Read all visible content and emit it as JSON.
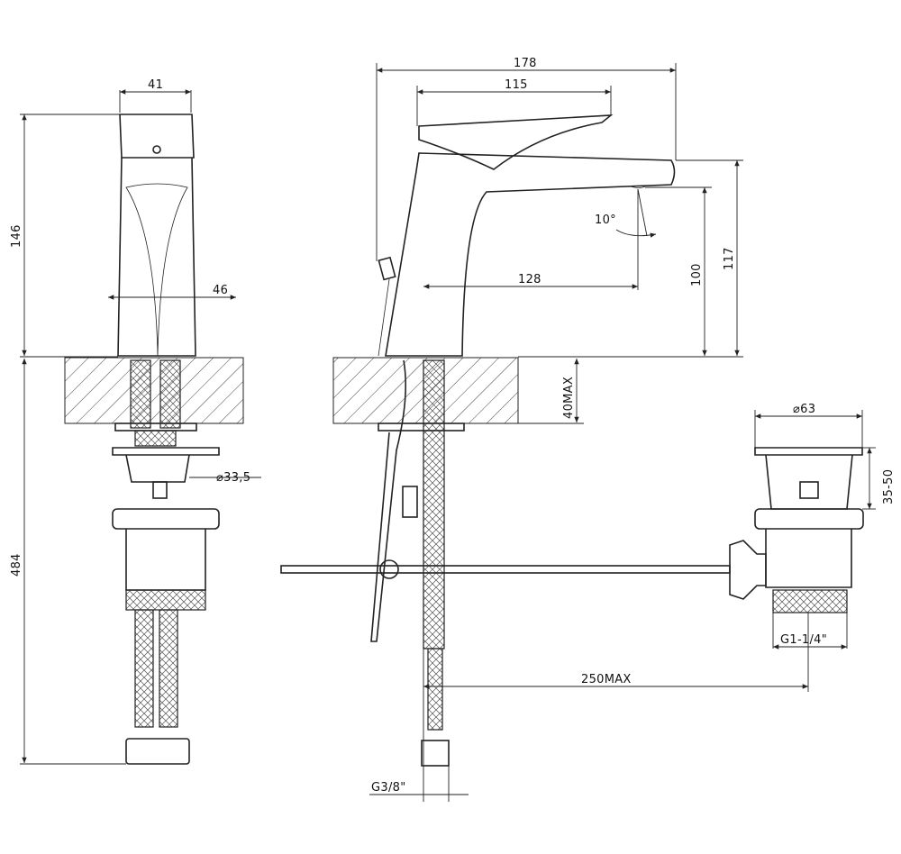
{
  "drawing": {
    "side_view": {
      "width_top": "41",
      "height_body": "146",
      "width_base": "46",
      "total_height": "484",
      "nut_diameter": "⌀33,5"
    },
    "front_view": {
      "overall_length": "178",
      "handle_length": "115",
      "spout_angle": "10°",
      "spout_reach": "128",
      "spout_height": "100",
      "overall_height": "117",
      "counter_thickness": "40MAX",
      "rod_length": "250MAX",
      "hose_thread": "G3/8\""
    },
    "drain_view": {
      "cap_diameter": "⌀63",
      "adjust_range": "35-50",
      "thread": "G1-1/4\""
    }
  }
}
